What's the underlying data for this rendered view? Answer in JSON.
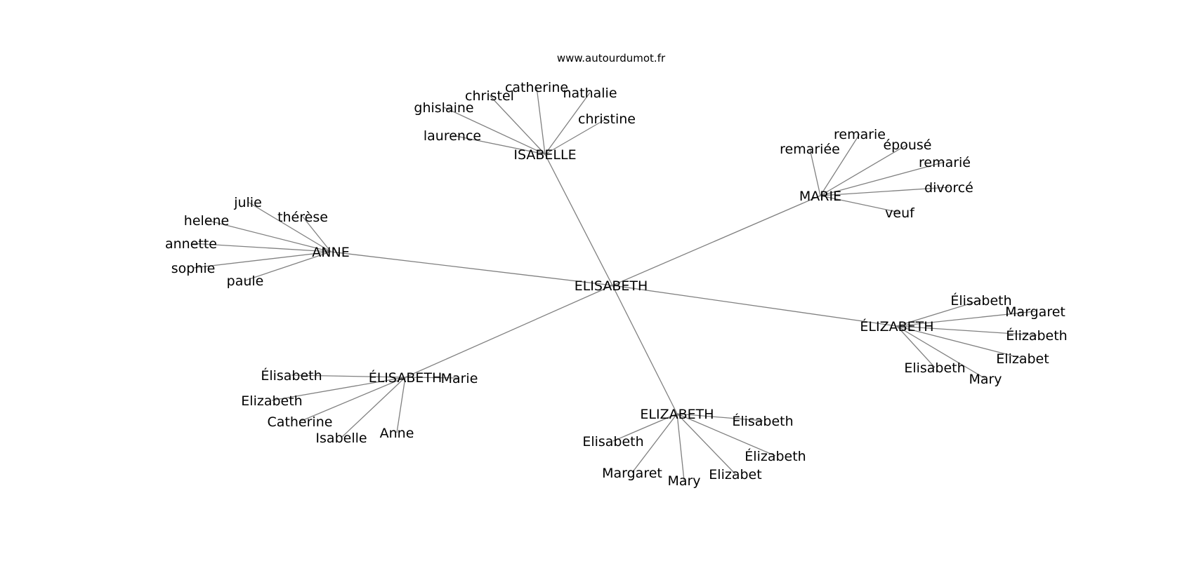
{
  "site": "www.autourdumot.fr",
  "center": "ELISABETH",
  "hubs": [
    {
      "label": "ISABELLE",
      "leaves": [
        "laurence",
        "ghislaine",
        "christel",
        "catherine",
        "nathalie",
        "christine"
      ]
    },
    {
      "label": "MARIE",
      "leaves": [
        "remariée",
        "remarie",
        "épousé",
        "remarié",
        "divorcé",
        "veuf"
      ]
    },
    {
      "label": "ANNE",
      "leaves": [
        "julie",
        "thérèse",
        "helene",
        "annette",
        "sophie",
        "paule"
      ]
    },
    {
      "label": "ÉLIZABETH",
      "leaves": [
        "Élisabeth",
        "Margaret",
        "Élizabeth",
        "Elizabet",
        "Mary",
        "Elisabeth"
      ]
    },
    {
      "label": "ÉLISABETH",
      "leaves": [
        "Marie",
        "Élisabeth",
        "Elizabeth",
        "Catherine",
        "Isabelle",
        "Anne"
      ]
    },
    {
      "label": "ELIZABETH",
      "leaves": [
        "Élisabeth",
        "Élizabeth",
        "Elizabet",
        "Mary",
        "Margaret",
        "Elisabeth"
      ]
    }
  ]
}
